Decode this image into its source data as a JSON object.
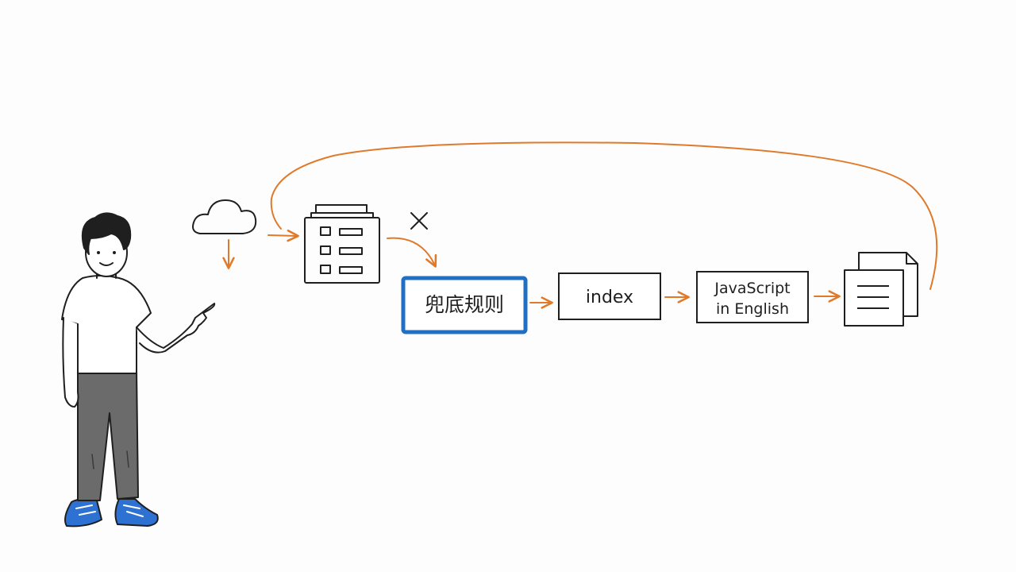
{
  "diagram": {
    "nodes": {
      "fallback": {
        "label": "兜底规则",
        "highlighted": true
      },
      "index": {
        "label": "index"
      },
      "js_english": {
        "line1": "JavaScript",
        "line2": "in English"
      }
    },
    "icons": {
      "cloud": "cloud-icon",
      "form": "form-document-icon",
      "reject": "cross-mark-icon",
      "pages": "stacked-pages-icon"
    }
  },
  "colors": {
    "ink": "#1f1f1f",
    "arrow": "#e07a2a",
    "highlight": "#1f6fc4",
    "shoes": "#2d72d2",
    "pants": "#6b6b6b"
  }
}
